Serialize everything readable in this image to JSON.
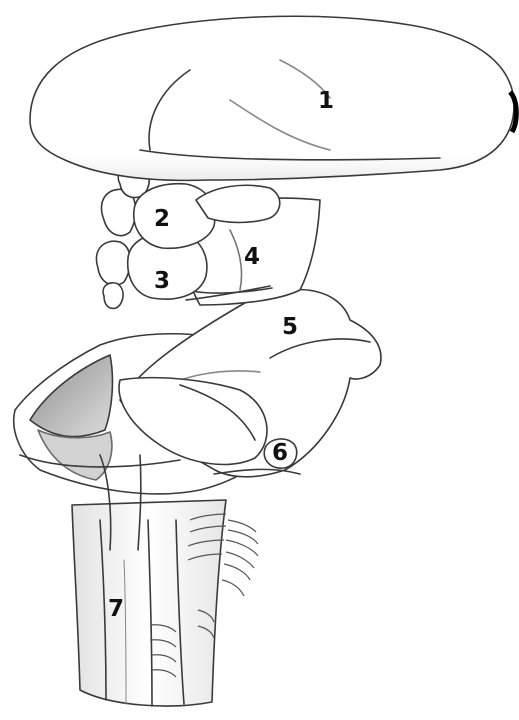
{
  "figure": {
    "palette": {
      "outline": "#3a3a3a",
      "fill": "#ffffff",
      "shade": "#d6d6d6",
      "deep_shade": "#a9a9a9",
      "label": "#111111"
    },
    "labels": {
      "l1": "1",
      "l2": "2",
      "l3": "3",
      "l4": "4",
      "l5": "5",
      "l6": "6",
      "l7": "7"
    }
  }
}
